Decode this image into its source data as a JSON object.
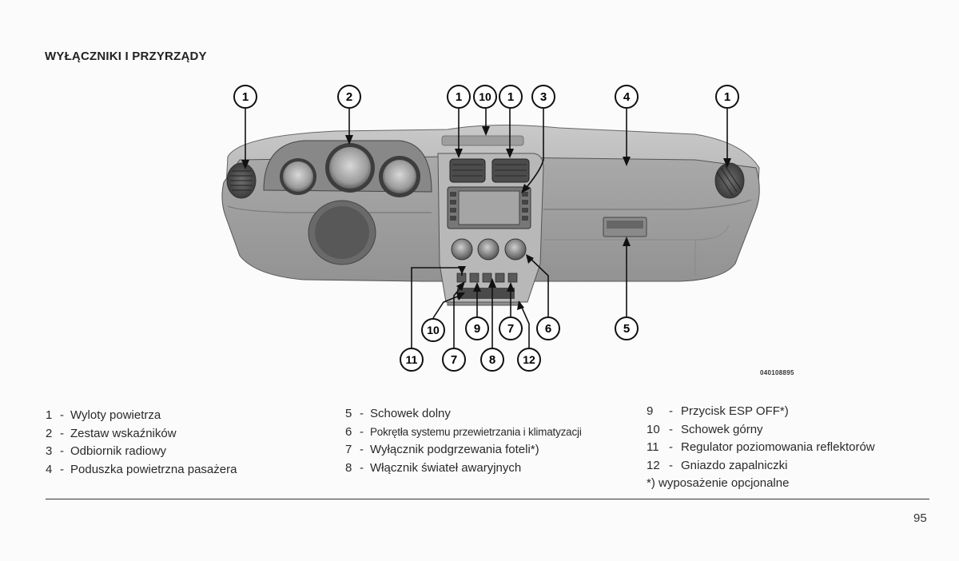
{
  "page": {
    "section_title": "WYŁĄCZNIKI I PRZYRZĄDY",
    "figure_code": "040108895",
    "page_number": "95"
  },
  "figure": {
    "callouts": [
      "1",
      "2",
      "1",
      "10",
      "1",
      "3",
      "4",
      "1",
      "10",
      "9",
      "7",
      "6",
      "5",
      "11",
      "7",
      "8",
      "12"
    ]
  },
  "legend": {
    "columns": [
      [
        {
          "num": "1",
          "sep": "-",
          "label": "Wyloty powietrza"
        },
        {
          "num": "2",
          "sep": "-",
          "label": "Zestaw wskaźników"
        },
        {
          "num": "3",
          "sep": "-",
          "label": "Odbiornik radiowy"
        },
        {
          "num": "4",
          "sep": "-",
          "label": "Poduszka powietrzna pasażera"
        }
      ],
      [
        {
          "num": "5",
          "sep": "-",
          "label": "Schowek dolny"
        },
        {
          "num": "6",
          "sep": "-",
          "label": "Pokrętła systemu przewietrzania i klimatyzacji"
        },
        {
          "num": "7",
          "sep": "-",
          "label": "Wyłącznik podgrzewania foteli*)"
        },
        {
          "num": "8",
          "sep": "-",
          "label": "Włącznik świateł awaryjnych"
        }
      ],
      [
        {
          "num": "9",
          "sep": "-",
          "label": "Przycisk ESP OFF*)"
        },
        {
          "num": "10",
          "sep": "-",
          "label": "Schowek górny"
        },
        {
          "num": "11",
          "sep": "-",
          "label": "Regulator poziomowania reflektorów"
        },
        {
          "num": "12",
          "sep": "-",
          "label": "Gniazdo zapalniczki"
        }
      ]
    ],
    "footnote": "*) wyposażenie opcjonalne"
  }
}
